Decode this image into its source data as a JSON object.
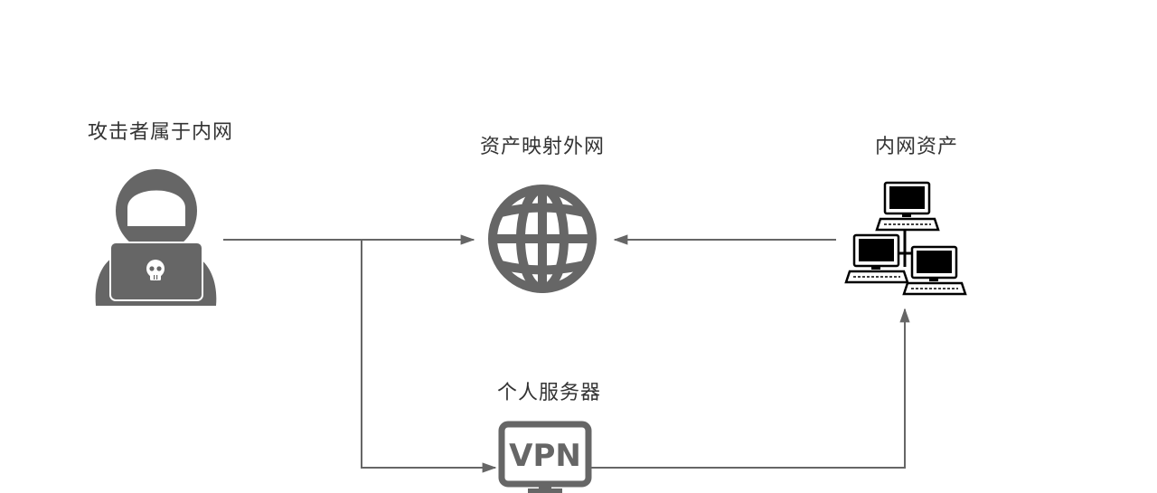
{
  "nodes": {
    "attacker": {
      "label": "攻击者属于内网",
      "icon": "hacker-icon"
    },
    "internet": {
      "label": "资产映射外网",
      "icon": "globe-icon"
    },
    "intranet": {
      "label": "内网资产",
      "icon": "network-computers-icon"
    },
    "server": {
      "label": "个人服务器",
      "icon": "vpn-monitor-icon",
      "badge": "VPN"
    }
  },
  "colors": {
    "icon": "#666666",
    "line": "#666666",
    "text": "#333333"
  }
}
